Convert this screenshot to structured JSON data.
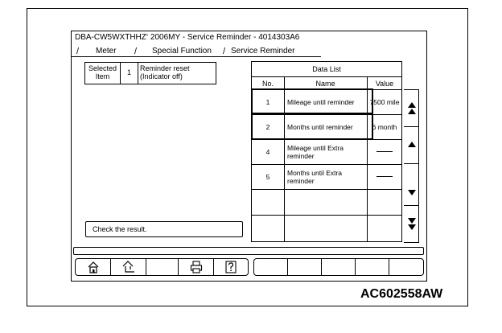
{
  "window": {
    "title": "DBA-CW5WXTHHZ‘ 2006MY - Service Reminder - 4014303A6"
  },
  "tabs": [
    {
      "label": "Meter"
    },
    {
      "label": "Special Function"
    },
    {
      "label": "Service Reminder"
    }
  ],
  "selected": {
    "header": "Selected Item",
    "number": "1",
    "description": "Reminder reset (Indicator off)"
  },
  "message": "Check the result.",
  "data_list": {
    "title": "Data List",
    "columns": {
      "no": "No.",
      "name": "Name",
      "value": "Value"
    },
    "rows": [
      {
        "no": "1",
        "name": "Mileage until reminder",
        "value": "7500 mile",
        "highlighted": true
      },
      {
        "no": "2",
        "name": "Months until reminder",
        "value": "6 month",
        "highlighted": true
      },
      {
        "no": "4",
        "name": "Mileage until Extra reminder",
        "value": "",
        "highlighted": false
      },
      {
        "no": "5",
        "name": "Months until Extra reminder",
        "value": "",
        "highlighted": false
      }
    ]
  },
  "scroll_buttons": [
    "page-up-icon",
    "up-icon",
    "down-icon",
    "page-down-icon"
  ],
  "toolbar_icons": [
    "home-icon",
    "back-icon",
    "print-icon",
    "help-icon"
  ],
  "figure_code": "AC602558AW"
}
